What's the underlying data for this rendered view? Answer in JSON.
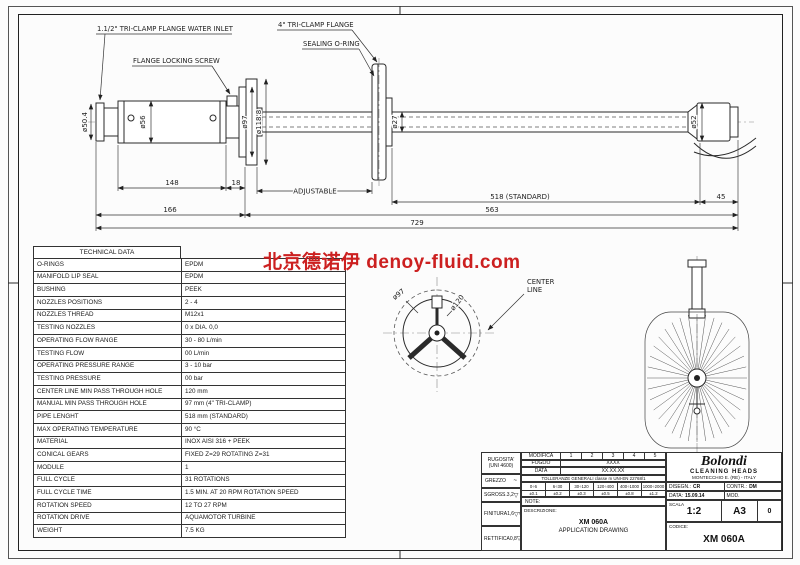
{
  "watermark": {
    "text": "北京德诺伊 denoy-fluid.com",
    "color": "#cc2020"
  },
  "side_view": {
    "callouts": {
      "water_inlet": "1.1/2\" TRI-CLAMP FLANGE WATER INLET",
      "flange_locking_screw": "FLANGE LOCKING SCREW",
      "tri_clamp_flange": "4\" TRI-CLAMP FLANGE",
      "sealing_o_ring": "SEALING O-RING"
    },
    "diameters": {
      "inlet": "ø50.4",
      "body": "ø56",
      "flange_inner": "ø97",
      "flange_outer": "ø118.8",
      "pipe": "ø27",
      "head": "ø52"
    },
    "lengths": {
      "body": "148",
      "neck": "18",
      "adjustable": "ADJUSTABLE",
      "standard": "518 (STANDARD)",
      "head": "45",
      "front": "166",
      "rear": "563",
      "total": "729"
    }
  },
  "front_view": {
    "dia_inner": "ø97",
    "dia_outer": "ø120",
    "center_label_1": "CENTER",
    "center_label_2": "LINE"
  },
  "technical_data": {
    "title": "TECHNICAL DATA",
    "rows": [
      [
        "O-RINGS",
        "EPDM"
      ],
      [
        "MANIFOLD LIP SEAL",
        "EPDM"
      ],
      [
        "BUSHING",
        "PEEK"
      ],
      [
        "NOZZLES POSITIONS",
        "2 - 4"
      ],
      [
        "NOZZLES THREAD",
        "M12x1"
      ],
      [
        "TESTING NOZZLES",
        "0 x DIA. 0,0"
      ],
      [
        "OPERATING FLOW RANGE",
        "30 - 80 L/min"
      ],
      [
        "TESTING FLOW",
        "00 L/min"
      ],
      [
        "OPERATING PRESSURE RANGE",
        "3 - 10 bar"
      ],
      [
        "TESTING PRESSURE",
        "00 bar"
      ],
      [
        "CENTER LINE MIN PASS THROUGH HOLE",
        "120 mm"
      ],
      [
        "MANUAL MIN PASS THROUGH HOLE",
        "97 mm (4\" TRI-CLAMP)"
      ],
      [
        "PIPE LENGHT",
        "518 mm (STANDARD)"
      ],
      [
        "MAX OPERATING TEMPERATURE",
        "90 °C"
      ],
      [
        "MATERIAL",
        "INOX AISI 316 + PEEK"
      ],
      [
        "CONICAL GEARS",
        "FIXED Z=29 ROTATING Z=31"
      ],
      [
        "MODULE",
        "1"
      ],
      [
        "FULL CYCLE",
        "31 ROTATIONS"
      ],
      [
        "FULL CYCLE TIME",
        "1.5 MIN. AT 20 RPM ROTATION SPEED"
      ],
      [
        "ROTATION SPEED",
        "12 TO 27 RPM"
      ],
      [
        "ROTATION DRIVE",
        "AQUAMOTOR TURBINE"
      ],
      [
        "WEIGHT",
        "7.5 KG"
      ]
    ]
  },
  "title_block": {
    "rugosita_1": "RUGOSITA'",
    "rugosita_2": "(UNI 4600)",
    "modifica": "MODIFICA",
    "revision_cols": [
      "1",
      "2",
      "3",
      "4",
      "5"
    ],
    "foglio_label": "FOGLIO",
    "foglio_value": "XXXX",
    "data_label": "DATA",
    "data_value": "XX.XX.XX",
    "tolleranze": "TOLLERANZE GENERALI classe m UNI-EN 22768/1",
    "tol_ranges": [
      "0÷6",
      "6÷30",
      "30÷120",
      "120÷400",
      "400÷1000",
      "1000÷2000"
    ],
    "tol_values": [
      "±0.1",
      "±0.2",
      "±0.3",
      "±0.5",
      "±0.8",
      "±1.2"
    ],
    "grezzo": "GREZZO",
    "grezzo_sym": "~",
    "sgross": "SGROSS.",
    "sgross_value": "3,2",
    "sgross_sym": "▽",
    "finitura": "FINITURA",
    "finitura_value": "1,6",
    "finitura_sym": "▽▽",
    "rettifica": "RETTIFICA",
    "rettifica_value": "0,8",
    "rettifica_sym": "▽▽▽",
    "note": "NOTE:",
    "descrizione_label": "DESCRIZIONE:",
    "descrizione_line1": "XM 060A",
    "descrizione_line2": "APPLICATION DRAWING",
    "brand": "Bolondi",
    "brand_sub": "CLEANING HEADS",
    "brand_addr": "MONTECCHIO E. (RE) - ITALY",
    "disegn_label": "DISEGN.:",
    "disegn_value": "CR",
    "contr_label": "CONTR.:",
    "contr_value": "DM",
    "data2_label": "DATA:",
    "data2_value": "15.09.14",
    "mod_label": "MOD.",
    "scala_label": "SCALA",
    "scala_value": "1:2",
    "format": "A3",
    "rev": "0",
    "codice_label": "CODICE:",
    "codice_value": "XM 060A"
  }
}
